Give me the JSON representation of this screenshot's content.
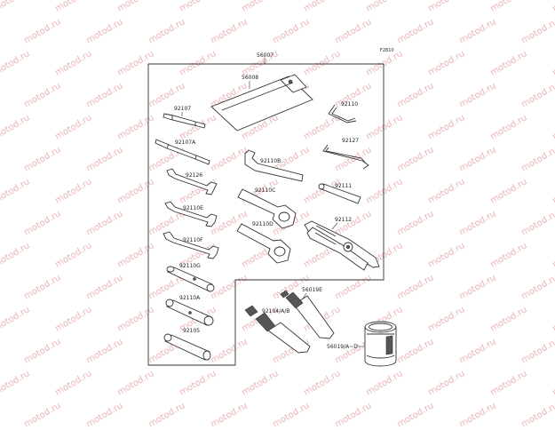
{
  "diagram_code": "F2810",
  "watermark_text": "motod.ru",
  "parts": {
    "p56007": "56007",
    "p56008": "56008",
    "p92107": "92107",
    "p92107a": "92107A",
    "p92126": "92126",
    "p92110e": "92110E",
    "p92110f": "92110F",
    "p92110g": "92110G",
    "p92110a": "92110A",
    "p92105": "92105",
    "p92110": "92110",
    "p92127": "92127",
    "p92110b": "92110B",
    "p92111": "92111",
    "p92110c": "92110C",
    "p92112": "92112",
    "p92110d": "92110D",
    "p56019e": "56019E",
    "p92104": "92104/A/B",
    "p56019": "56019/A~D"
  }
}
